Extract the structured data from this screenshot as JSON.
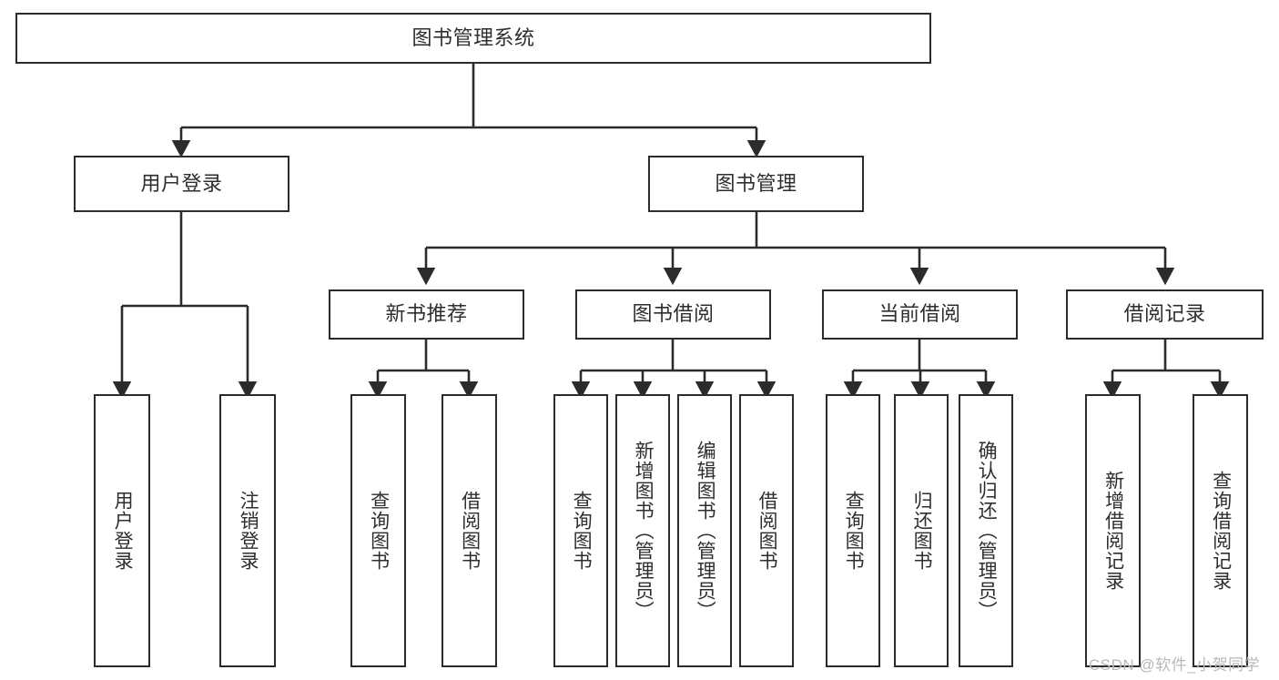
{
  "diagram": {
    "title": "图书管理系统",
    "type": "tree-hierarchy-chart",
    "stroke_color": "#2b2b2b",
    "text_color": "#2e2e2e",
    "background_color": "#ffffff",
    "watermark": "CSDN @软件_小贺同学"
  },
  "nodes": {
    "root": {
      "label": "图书管理系统"
    },
    "level2": [
      {
        "id": "user_login",
        "label": "用户登录"
      },
      {
        "id": "book_mgmt",
        "label": "图书管理"
      }
    ],
    "level3": [
      {
        "id": "new_book_rec",
        "label": "新书推荐"
      },
      {
        "id": "book_borrow",
        "label": "图书借阅"
      },
      {
        "id": "current_borrow",
        "label": "当前借阅"
      },
      {
        "id": "borrow_record",
        "label": "借阅记录"
      }
    ],
    "leaves": {
      "user_login": [
        {
          "id": "leaf_user_login",
          "label": "用户登录"
        },
        {
          "id": "leaf_logout",
          "label": "注销登录"
        }
      ],
      "new_book_rec": [
        {
          "id": "leaf_query_book_1",
          "label": "查询图书"
        },
        {
          "id": "leaf_borrow_book_1",
          "label": "借阅图书"
        }
      ],
      "book_borrow": [
        {
          "id": "leaf_query_book_2",
          "label": "查询图书"
        },
        {
          "id": "leaf_add_book",
          "label": "新增图书（管理员）"
        },
        {
          "id": "leaf_edit_book",
          "label": "编辑图书（管理员）"
        },
        {
          "id": "leaf_borrow_book_2",
          "label": "借阅图书"
        }
      ],
      "current_borrow": [
        {
          "id": "leaf_query_book_3",
          "label": "查询图书"
        },
        {
          "id": "leaf_return_book",
          "label": "归还图书"
        },
        {
          "id": "leaf_confirm_return",
          "label": "确认归还（管理员）"
        }
      ],
      "borrow_record": [
        {
          "id": "leaf_add_record",
          "label": "新增借阅记录"
        },
        {
          "id": "leaf_query_record",
          "label": "查询借阅记录"
        }
      ]
    }
  }
}
